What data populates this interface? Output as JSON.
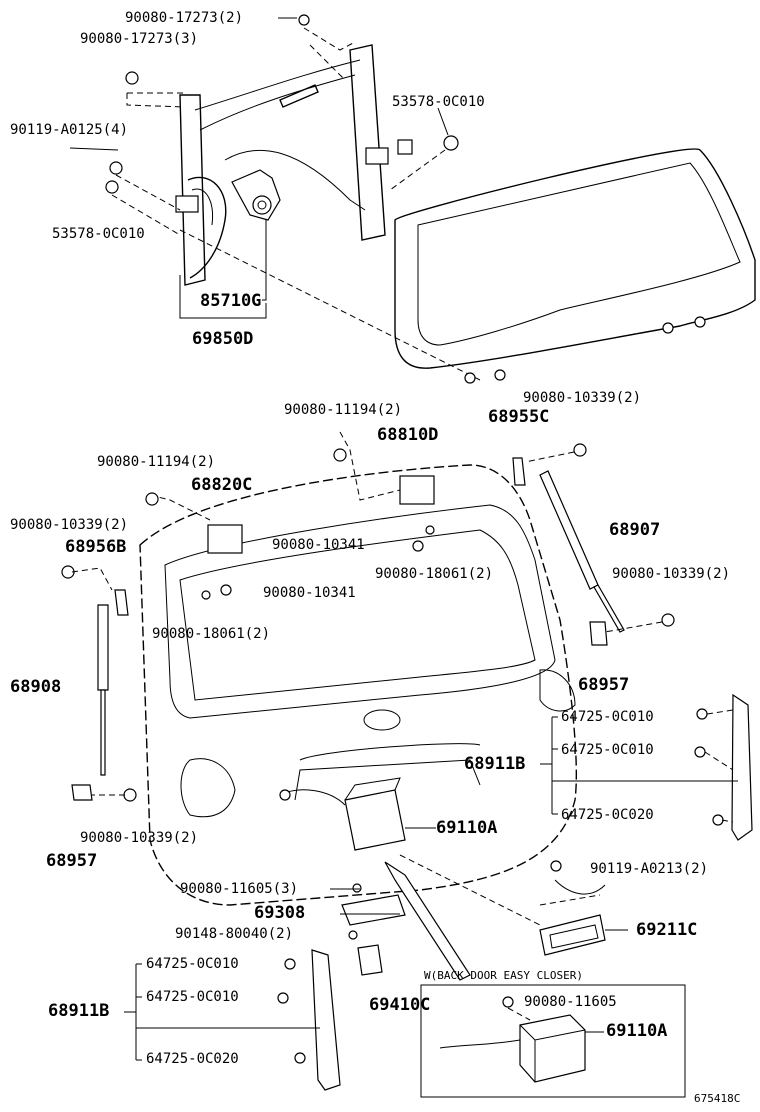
{
  "labels": {
    "p_90080_17273_2": "90080-17273(2)",
    "p_90080_17273_3": "90080-17273(3)",
    "p_90119_A0125_4": "90119-A0125(4)",
    "p_53578_0C010_a": "53578-0C010",
    "p_53578_0C010_b": "53578-0C010",
    "p_85710G": "85710G",
    "p_69850D": "69850D",
    "p_90080_11194_2a": "90080-11194(2)",
    "p_68810D": "68810D",
    "p_68955C": "68955C",
    "p_90080_10339_2a": "90080-10339(2)",
    "p_90080_11194_2b": "90080-11194(2)",
    "p_68820C": "68820C",
    "p_90080_10339_2b": "90080-10339(2)",
    "p_68956B": "68956B",
    "p_90080_10341_a": "90080-10341",
    "p_90080_18061_2a": "90080-18061(2)",
    "p_68907": "68907",
    "p_90080_10339_2c": "90080-10339(2)",
    "p_90080_10341_b": "90080-10341",
    "p_90080_18061_2b": "90080-18061(2)",
    "p_68957_a": "68957",
    "p_68908": "68908",
    "p_64725_0C010_a": "64725-0C010",
    "p_64725_0C010_b": "64725-0C010",
    "p_68911B_a": "68911B",
    "p_64725_0C020_a": "64725-0C020",
    "p_90080_10339_2d": "90080-10339(2)",
    "p_68957_b": "68957",
    "p_69110A_a": "69110A",
    "p_90119_A0213_2": "90119-A0213(2)",
    "p_90080_11605_3": "90080-11605(3)",
    "p_69308": "69308",
    "p_69211C": "69211C",
    "p_90148_80040_2": "90148-80040(2)",
    "p_64725_0C010_c": "64725-0C010",
    "p_69410C": "69410C",
    "p_64725_0C010_d": "64725-0C010",
    "p_68911B_b": "68911B",
    "p_64725_0C020_b": "64725-0C020",
    "inset_title": "W(BACK DOOR EASY CLOSER)",
    "p_90080_11605": "90080-11605",
    "p_69110A_b": "69110A",
    "diagram_code": "675418C"
  }
}
